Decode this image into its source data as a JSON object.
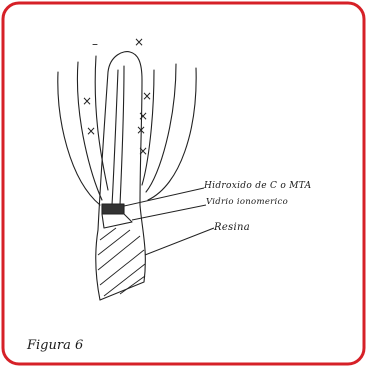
{
  "figure": {
    "caption": "Figura 6",
    "border_color": "#d62027",
    "labels": {
      "calcium_hydroxide": "Hidroxido de C o MTA",
      "glass_ionomer": "Vidrio ionomerico",
      "resin": "Resina"
    },
    "marks": {
      "x_symbol": "×",
      "dash_symbol": "–"
    }
  }
}
